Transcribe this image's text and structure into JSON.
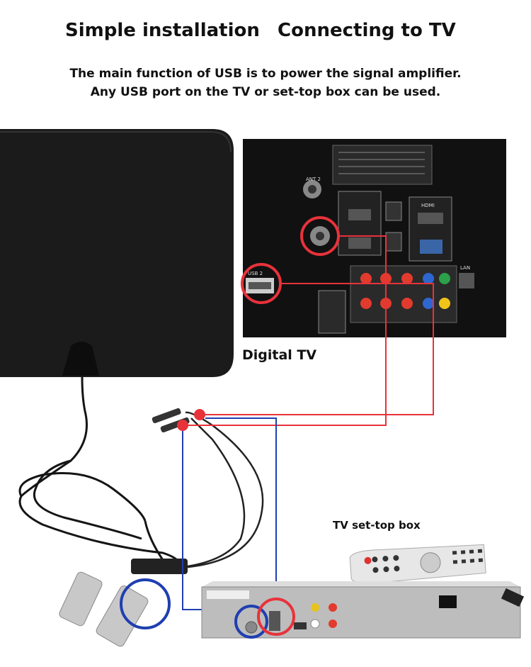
{
  "header": {
    "title_left": "Simple installation",
    "title_right": "Connecting to TV",
    "line1": "The main function of USB is to power the signal amplifier.",
    "line2": "Any USB port on the TV or set-top box can be used."
  },
  "labels": {
    "digital_tv": "Digital TV",
    "set_top_box": "TV set-top box",
    "port_ant": "ANT 2",
    "port_usb": "USB 2",
    "port_hdmi": "HDMI",
    "port_lan": "LAN"
  },
  "colors": {
    "red_line": "#e8323a",
    "blue_line": "#1f3fb0",
    "antenna": "#1b1b1b",
    "tv_panel": "#111111"
  }
}
